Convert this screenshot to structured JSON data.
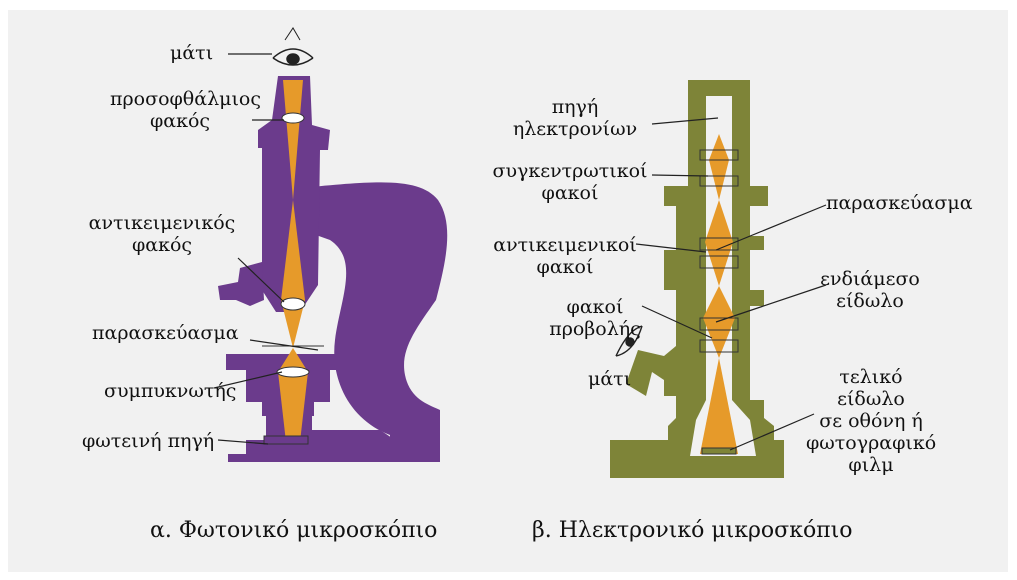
{
  "colors": {
    "background": "#f1f1f1",
    "light_microscope": "#6b3b8c",
    "electron_microscope": "#7e8438",
    "beam": "#e69a2a"
  },
  "photonic": {
    "eye": "μάτι",
    "eyepiece": [
      "προσοφθάλμιος",
      "φακός"
    ],
    "objective": [
      "αντικειμενικός",
      "φακός"
    ],
    "specimen": "παρασκεύασμα",
    "condenser": "συμπυκνωτής",
    "light_source": "φωτεινή πηγή",
    "caption": "α. Φωτονικό μικροσκόπιο"
  },
  "electron": {
    "source": [
      "πηγή",
      "ηλεκτρονίων"
    ],
    "condenser_lenses": [
      "συγκεντρωτικοί",
      "φακοί"
    ],
    "objective_lenses": [
      "αντικειμενικοί",
      "φακοί"
    ],
    "projection_lenses": [
      "φακοί",
      "προβολής"
    ],
    "eye": "μάτι",
    "specimen": "παρασκεύασμα",
    "intermediate_image": [
      "ενδιάμεσο",
      "είδωλο"
    ],
    "final_image": [
      "τελικό",
      "είδωλο",
      "σε οθόνη ή",
      "φωτογραφικό",
      "φιλμ"
    ],
    "caption": "β. Ηλεκτρονικό μικροσκόπιο"
  }
}
